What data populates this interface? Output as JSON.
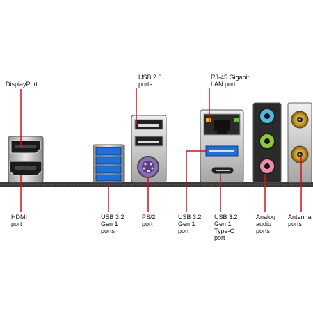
{
  "labels": {
    "displayport": "DisplayPort",
    "usb20": "USB 2.0\nports",
    "rj45": "RJ-45 Gigabit\nLAN port",
    "hdmi": "HDMI\nport",
    "usb32_g1a": "USB 3.2\nGen 1\nports",
    "ps2": "PS/2\nport",
    "usb32_g1_single": "USB 3.2\nGen 1\nport",
    "usb32_g1c": "USB 3.2\nGen 1\nType-C\nport",
    "audio": "Analog\naudio\nports",
    "antenna": "Antenna\nports"
  },
  "colors": {
    "leader_line": "#d0121b",
    "board": "#3a3a3a",
    "usb3_blue": "#1f6fd6",
    "ps2_purple": "#8c6bb8",
    "audio_blue": "#4fb8e0",
    "audio_green": "#8ec63f",
    "audio_pink": "#e98ab0",
    "metal": "#c8c8c8",
    "gold": "#c99a2e"
  }
}
